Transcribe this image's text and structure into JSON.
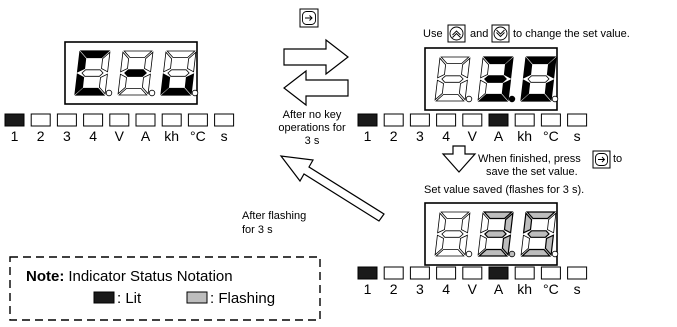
{
  "display_left": {
    "digits": [
      "C",
      "-",
      "u"
    ]
  },
  "display_right_top": {
    "digits": [
      "",
      "3",
      "0"
    ],
    "decimal_point_digit": 2
  },
  "display_right_bottom": {
    "digits": [
      "",
      "3",
      "5"
    ],
    "decimal_point_digit": 2,
    "state": "flashing"
  },
  "indicator_labels": [
    "1",
    "2",
    "3",
    "4",
    "V",
    "A",
    "kh",
    "°C",
    "s"
  ],
  "indicator_states": {
    "left": [
      "lit",
      "off",
      "off",
      "off",
      "off",
      "off",
      "off",
      "off",
      "off"
    ],
    "right_top": [
      "lit",
      "off",
      "off",
      "off",
      "off",
      "lit",
      "off",
      "off",
      "off"
    ],
    "right_bottom": [
      "lit",
      "off",
      "off",
      "off",
      "off",
      "lit",
      "off",
      "off",
      "off"
    ]
  },
  "instructions": {
    "use_prefix": "Use",
    "use_and": "and",
    "use_suffix": "to change the set value.",
    "after_no_key": [
      "After no key",
      "operations for",
      "3 s"
    ],
    "when_finished_line1": "When finished, press",
    "when_finished_to": "to",
    "when_finished_line2": "save the set value.",
    "saved": "Set value saved (flashes for 3 s).",
    "after_flashing": [
      "After flashing",
      "for 3 s"
    ]
  },
  "note": {
    "title": "Note:",
    "title_rest": "Indicator Status Notation",
    "lit_label": ": Lit",
    "flashing_label": ": Flashing"
  },
  "colors": {
    "lit": "#1a1a1a",
    "flashing": "#bdbdbd",
    "off": "#ffffff",
    "segment_off": "#ffffff"
  },
  "icons": {
    "mode_key": "mode-key-icon",
    "up_key": "up-arrow-key-icon",
    "down_key": "down-arrow-key-icon"
  }
}
